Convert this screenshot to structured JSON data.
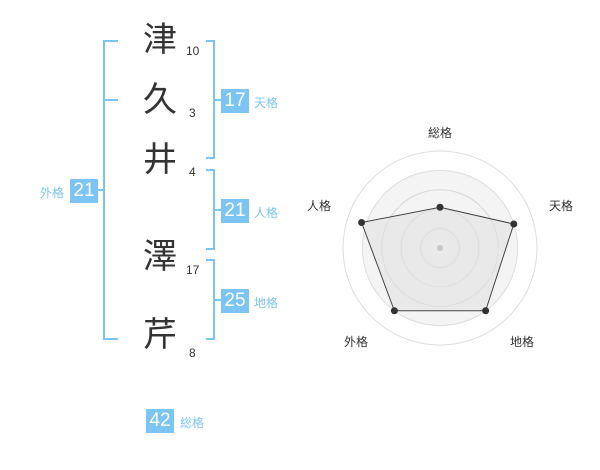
{
  "name": {
    "characters": [
      {
        "char": "津",
        "strokes": "10"
      },
      {
        "char": "久",
        "strokes": "3"
      },
      {
        "char": "井",
        "strokes": "4"
      },
      {
        "char": "澤",
        "strokes": "17"
      },
      {
        "char": "芹",
        "strokes": "8"
      }
    ]
  },
  "fortunes": {
    "tenkaku": {
      "value": "17",
      "label": "天格"
    },
    "jinkaku": {
      "value": "21",
      "label": "人格"
    },
    "chikaku": {
      "value": "25",
      "label": "地格"
    },
    "gaikaku": {
      "value": "21",
      "label": "外格"
    },
    "soukaku": {
      "value": "42",
      "label": "総格"
    }
  },
  "colors": {
    "accent": "#7cc4f4",
    "bracket": "#7cc4f4",
    "text": "#333333"
  },
  "chart_data": {
    "type": "radar",
    "axes": [
      "総格",
      "天格",
      "地格",
      "外格",
      "人格"
    ],
    "values": [
      0.42,
      0.8,
      0.8,
      0.8,
      0.85
    ],
    "range": [
      0,
      1
    ],
    "rings": 4
  }
}
